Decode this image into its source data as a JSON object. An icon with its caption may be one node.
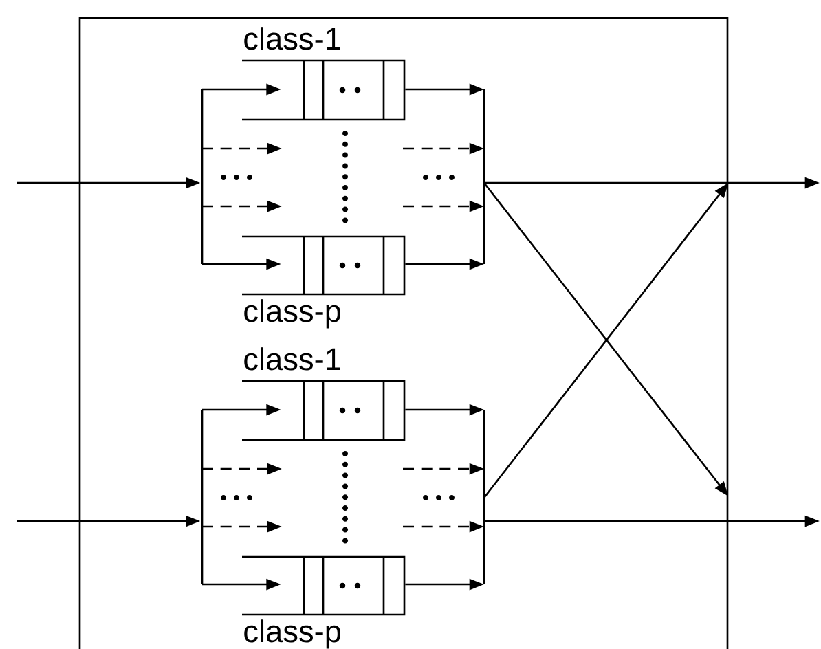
{
  "diagram": {
    "nodes": [
      {
        "text": [],
        "shape": "box"
      },
      {
        "text": [],
        "shape": "bar",
        "in": 0
      },
      {
        "text": [
          "class-1"
        ],
        "in": 0
      },
      {
        "text": [
          "class-p"
        ],
        "in": 0
      },
      {
        "text": [],
        "shape": "bar",
        "in": 0
      },
      {
        "text": [],
        "shape": "bar",
        "in": 0
      },
      {
        "text": [
          "class-1"
        ],
        "in": 0
      },
      {
        "text": [
          "class-p"
        ],
        "in": 0
      },
      {
        "text": [],
        "shape": "bar",
        "in": 0
      }
    ],
    "edges": [
      {
        "from": null,
        "to": 1,
        "arrow": "to"
      },
      {
        "from": 1,
        "to": 2,
        "arrow": "to"
      },
      {
        "from": 1,
        "to": null,
        "arrow": "to",
        "style": "dashed"
      },
      {
        "from": 1,
        "to": null,
        "arrow": "to",
        "style": "dashed"
      },
      {
        "from": 1,
        "to": 3,
        "arrow": "to"
      },
      {
        "from": 2,
        "to": 4,
        "arrow": "to"
      },
      {
        "from": null,
        "to": 4,
        "arrow": "to",
        "style": "dashed"
      },
      {
        "from": null,
        "to": 4,
        "arrow": "to",
        "style": "dashed"
      },
      {
        "from": 3,
        "to": 4,
        "arrow": "to"
      },
      {
        "from": 4,
        "to": null,
        "arrow": "to"
      },
      {
        "from": 4,
        "to": 0,
        "arrow": "to"
      },
      {
        "from": null,
        "to": 5,
        "arrow": "to"
      },
      {
        "from": 5,
        "to": 6,
        "arrow": "to"
      },
      {
        "from": 5,
        "to": null,
        "arrow": "to",
        "style": "dashed"
      },
      {
        "from": 5,
        "to": null,
        "arrow": "to",
        "style": "dashed"
      },
      {
        "from": 5,
        "to": 7,
        "arrow": "to"
      },
      {
        "from": 6,
        "to": 8,
        "arrow": "to"
      },
      {
        "from": null,
        "to": 8,
        "arrow": "to",
        "style": "dashed"
      },
      {
        "from": null,
        "to": 8,
        "arrow": "to",
        "style": "dashed"
      },
      {
        "from": 7,
        "to": 8,
        "arrow": "to"
      },
      {
        "from": 8,
        "to": null,
        "arrow": "to"
      },
      {
        "from": 8,
        "to": 0,
        "arrow": "to"
      }
    ]
  }
}
